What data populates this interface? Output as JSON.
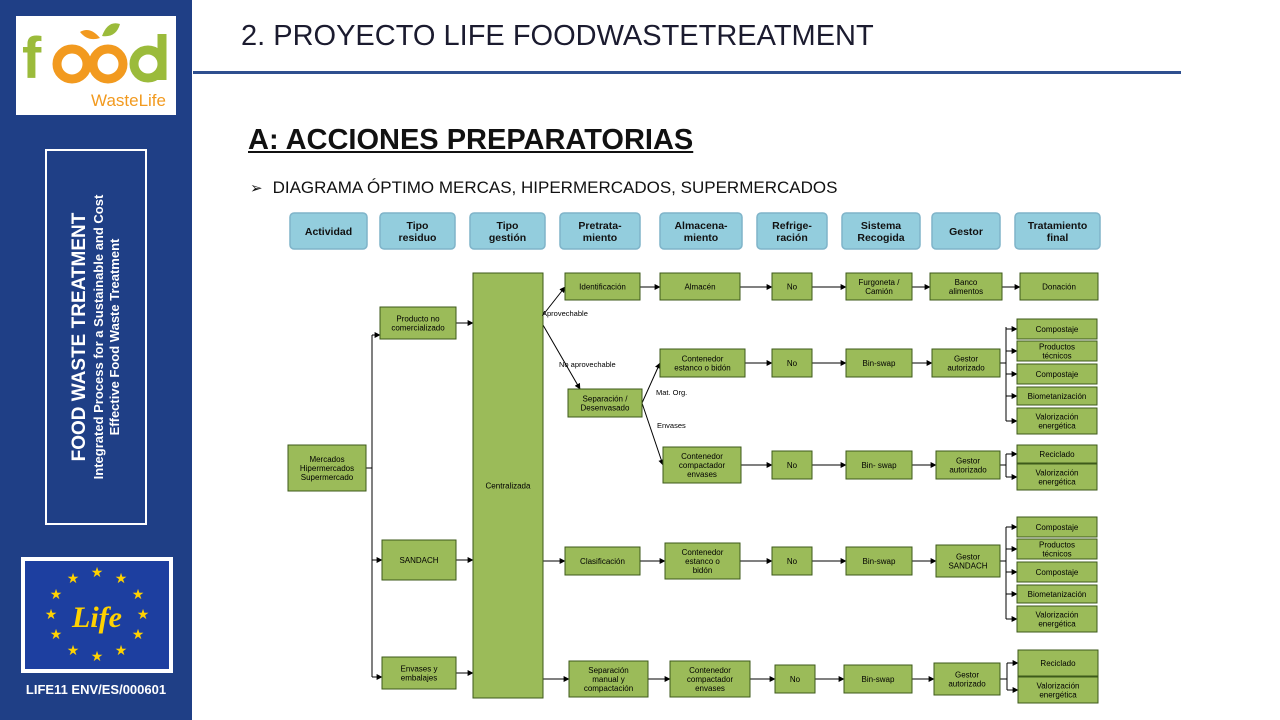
{
  "sidebar": {
    "logo_brand": "food",
    "logo_sub": "WasteLife",
    "vertical_title": "FOOD WASTE TREATMENT",
    "vertical_subtitle_line1": "Integrated Process for a Sustainable and Cost",
    "vertical_subtitle_line2": "Effective Food Waste Treatment",
    "eu_logo_text": "Life",
    "project_id": "LIFE11 ENV/ES/000601"
  },
  "header": {
    "title": "2. PROYECTO LIFE FOODWASTETREATMENT"
  },
  "section": {
    "title": "A: ACCIONES PREPARATORIAS",
    "bullet": "DIAGRAMA ÓPTIMO MERCAS, HIPERMERCADOS, SUPERMERCADOS"
  },
  "diagram": {
    "headers": [
      [
        "Actividad"
      ],
      [
        "Tipo",
        "residuo"
      ],
      [
        "Tipo",
        "gestión"
      ],
      [
        "Pretrata-",
        "miento"
      ],
      [
        "Almacena-",
        "miento"
      ],
      [
        "Refrige-",
        "ración"
      ],
      [
        "Sistema",
        "Recogida"
      ],
      [
        "Gestor"
      ],
      [
        "Tratamiento",
        "final"
      ]
    ],
    "origin": [
      "Mercados",
      "Hipermercados",
      "Supermercado"
    ],
    "residue_types": [
      [
        "Producto no",
        "comercializado"
      ],
      [
        "SANDACH"
      ],
      [
        "Envases y",
        "embalajes"
      ]
    ],
    "management": "Centralizada",
    "row1": {
      "pretreatment": "Identificación",
      "storage": "Almacén",
      "refrigeration": "No",
      "collection": [
        "Furgoneta /",
        "Camión"
      ],
      "manager": [
        "Banco",
        "alimentos"
      ],
      "final": "Donación"
    },
    "labels": {
      "aprovechable": "Aprovechable",
      "no_aprovechable": "No aprovechable",
      "mat_org": "Mat. Org.",
      "envases": "Envases"
    },
    "separation": [
      "Separación /",
      "Desenvasado"
    ],
    "row2": {
      "storage": [
        "Contenedor",
        "estanco o bidón"
      ],
      "refrigeration": "No",
      "collection": "Bin-swap",
      "manager": [
        "Gestor",
        "autorizado"
      ],
      "finals": [
        [
          "Compostaje"
        ],
        [
          "Productos",
          "técnicos"
        ],
        [
          "Compostaje"
        ],
        [
          "Biometanización"
        ],
        [
          "Valorización",
          "energética"
        ]
      ]
    },
    "row3": {
      "storage": [
        "Contenedor",
        "compactador",
        "envases"
      ],
      "refrigeration": "No",
      "collection": "Bin- swap",
      "manager": [
        "Gestor",
        "autorizado"
      ],
      "finals": [
        [
          "Reciclado"
        ],
        [
          "Valorización",
          "energética"
        ]
      ]
    },
    "row4": {
      "pretreatment": "Clasificación",
      "storage": [
        "Contenedor",
        "estanco o",
        "bidón"
      ],
      "refrigeration": "No",
      "collection": "Bin-swap",
      "manager": [
        "Gestor",
        "SANDACH"
      ],
      "finals": [
        [
          "Compostaje"
        ],
        [
          "Productos",
          "técnicos"
        ],
        [
          "Compostaje"
        ],
        [
          "Biometanización"
        ],
        [
          "Valorización",
          "energética"
        ]
      ]
    },
    "row5": {
      "pretreatment": [
        "Separación",
        "manual y",
        "compactación"
      ],
      "storage": [
        "Contenedor",
        "compactador",
        "envases"
      ],
      "refrigeration": "No",
      "collection": "Bin-swap",
      "manager": [
        "Gestor",
        "autorizado"
      ],
      "finals": [
        [
          "Reciclado"
        ],
        [
          "Valorización",
          "energética"
        ]
      ]
    }
  },
  "colors": {
    "sidebar": "#1f3f86",
    "header_box": "#93cddd",
    "process_box": "#9bbb59",
    "title_rule": "#2e4f8f"
  }
}
